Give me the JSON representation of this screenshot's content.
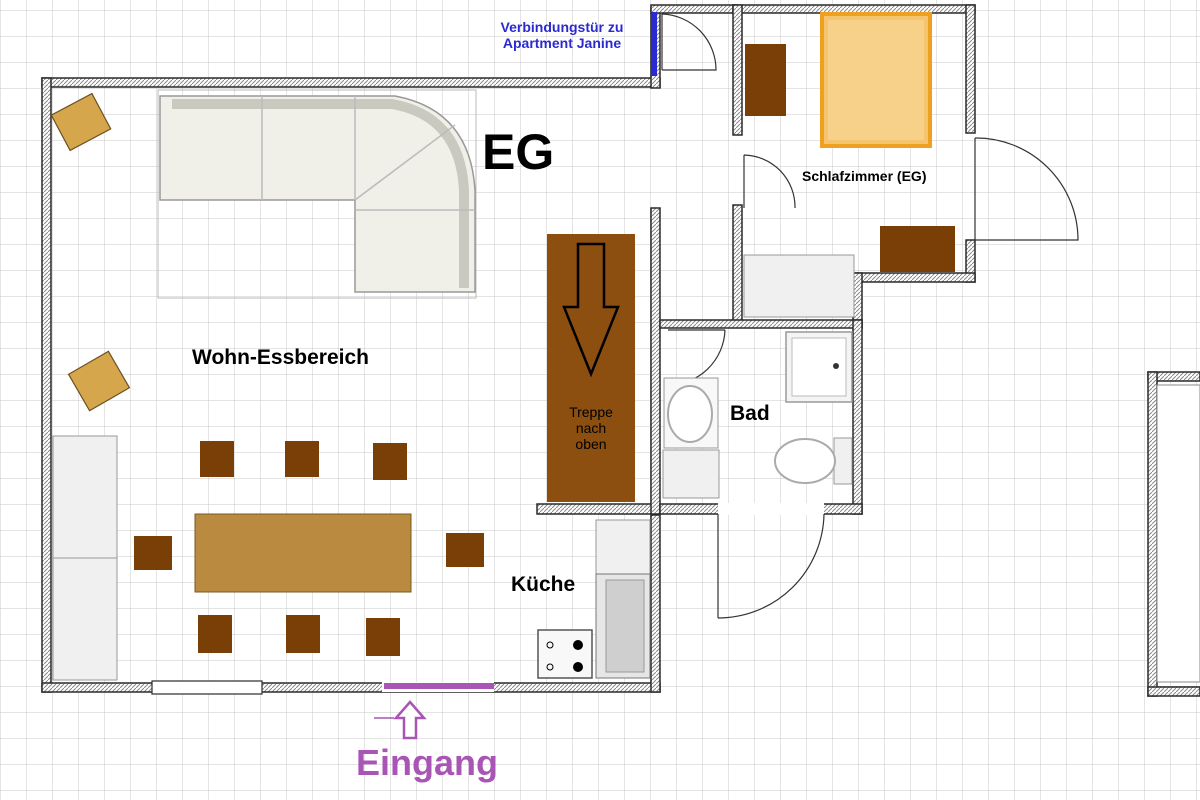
{
  "labels": {
    "floor": "EG",
    "living_dining": "Wohn-Essbereich",
    "bedroom": "Schlafzimmer (EG)",
    "bathroom": "Bad",
    "kitchen": "Küche",
    "stairs_line1": "Treppe",
    "stairs_line2": "nach",
    "stairs_line3": "oben",
    "connecting_door_line1": "Verbindungstür zu",
    "connecting_door_line2": "Apartment Janine",
    "entrance": "Eingang"
  },
  "colors": {
    "grid": "#c8c8c8",
    "wall": "#2a2a2a",
    "wall_hatch": "#8a8a8a",
    "wood_dark": "#7a3f06",
    "wood_table": "#b98a40",
    "wood_side": "#d6a64c",
    "stairs": "#8c4f10",
    "bed": "#f4c56e",
    "bed_outline": "#f0a020",
    "connecting_door": "#2a2ad0",
    "entrance": "#a855b5",
    "sofa": "#f0f0e8",
    "appliance": "#e6e6e6"
  }
}
